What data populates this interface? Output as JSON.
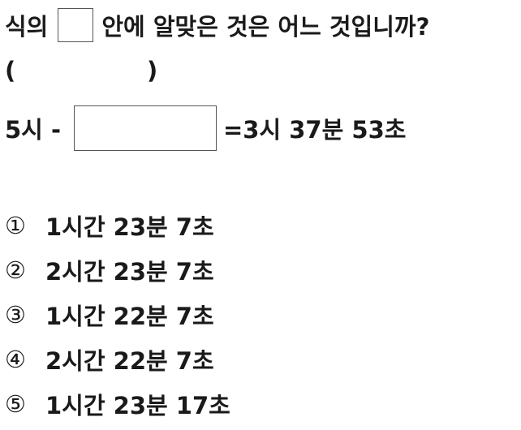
{
  "question": {
    "before_box": "식의",
    "after_box": "안에 알맞은 것은 어느 것입니까?",
    "paren_open": "(",
    "paren_close": ")"
  },
  "equation": {
    "left": "5시 -",
    "right": "=3시 37분 53초"
  },
  "choices": [
    {
      "num": "①",
      "text": "1시간 23분 7초"
    },
    {
      "num": "②",
      "text": "2시간 23분 7초"
    },
    {
      "num": "③",
      "text": "1시간 22분 7초"
    },
    {
      "num": "④",
      "text": "2시간 22분 7초"
    },
    {
      "num": "⑤",
      "text": "1시간 23분 17초"
    }
  ]
}
